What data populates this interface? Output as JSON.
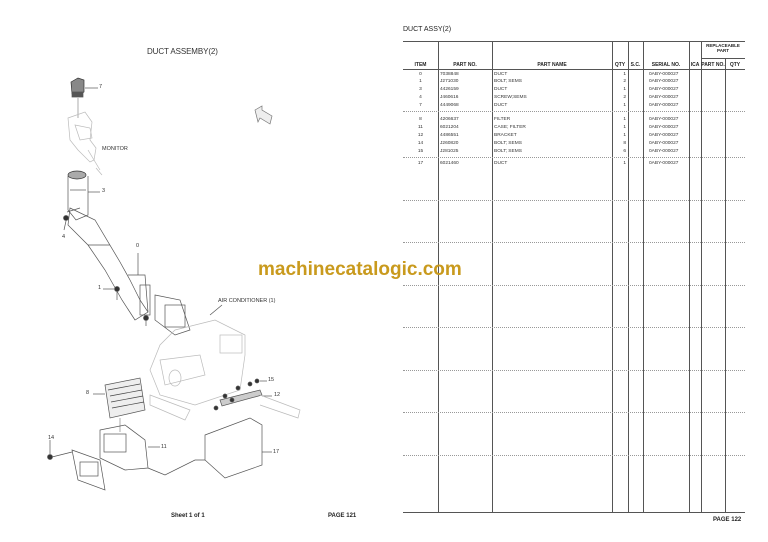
{
  "left_page": {
    "title": "DUCT ASSEMBY(2)",
    "labels": {
      "monitor": "MONITOR",
      "air_conditioner": "AIR CONDITIONER (1)"
    },
    "callouts": [
      {
        "num": "7"
      },
      {
        "num": "3"
      },
      {
        "num": "4"
      },
      {
        "num": "0"
      },
      {
        "num": "1"
      },
      {
        "num": "15"
      },
      {
        "num": "12"
      },
      {
        "num": "8"
      },
      {
        "num": "14"
      },
      {
        "num": "11"
      },
      {
        "num": "17"
      }
    ],
    "footer": {
      "sheet": "Sheet 1 of 1",
      "page": "PAGE 121"
    }
  },
  "right_page": {
    "title": "DUCT ASSY(2)",
    "table": {
      "headers": {
        "item": "ITEM",
        "part_no": "PART NO.",
        "part_name": "PART NAME",
        "qty": "QTY",
        "sc": "S.C.",
        "serial_no": "SERIAL NO.",
        "ica": "ICA",
        "replaceable_part": "REPLACEABLE PART",
        "rep_part_no": "PART NO.",
        "rep_qty": "QTY"
      },
      "groups": [
        [
          {
            "item": "0",
            "part_no": "7038848",
            "part_name": "DUCT",
            "qty": "1",
            "serial_no": "0ABY-000027"
          },
          {
            "item": "1",
            "part_no": "J271030",
            "part_name": "BOLT; SEMS",
            "qty": "2",
            "serial_no": "0ABY-000027"
          },
          {
            "item": "3",
            "part_no": "4426159",
            "part_name": "DUCT",
            "qty": "1",
            "serial_no": "0ABY-000027"
          },
          {
            "item": "4",
            "part_no": "J460616",
            "part_name": "SCREW;SEMS",
            "qty": "2",
            "serial_no": "0ABY-000027"
          },
          {
            "item": "7",
            "part_no": "4449068",
            "part_name": "DUCT",
            "qty": "1",
            "serial_no": "0ABY-000027"
          }
        ],
        [
          {
            "item": "8",
            "part_no": "4206637",
            "part_name": "FILTER",
            "qty": "1",
            "serial_no": "0ABY-000027"
          },
          {
            "item": "11",
            "part_no": "6021204",
            "part_name": "CASE; FILTER",
            "qty": "1",
            "serial_no": "0ABY-000027"
          },
          {
            "item": "12",
            "part_no": "4486551",
            "part_name": "BRACKET",
            "qty": "1",
            "serial_no": "0ABY-000027"
          },
          {
            "item": "14",
            "part_no": "J260820",
            "part_name": "BOLT; SEMS",
            "qty": "8",
            "serial_no": "0ABY-000027"
          },
          {
            "item": "15",
            "part_no": "J281025",
            "part_name": "BOLT; SEMS",
            "qty": "6",
            "serial_no": "0ABY-000027"
          }
        ],
        [
          {
            "item": "17",
            "part_no": "6021460",
            "part_name": "DUCT",
            "qty": "1",
            "serial_no": "0ABY-000027"
          }
        ]
      ]
    },
    "footer": {
      "page": "PAGE 122"
    }
  },
  "watermark": "machinecatalogic.com",
  "colors": {
    "watermark": "#c99a1d",
    "rule": "#555555",
    "dotted": "#999999"
  }
}
